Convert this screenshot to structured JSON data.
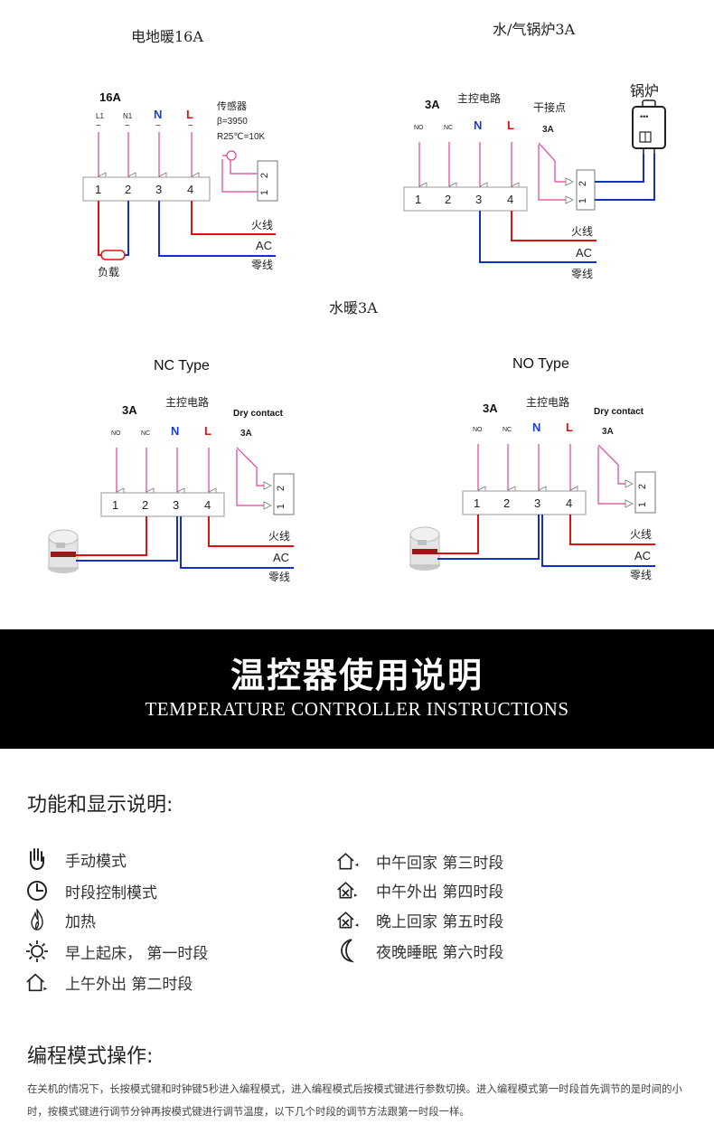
{
  "diagrams": {
    "floor16a": {
      "title": "电地暖16A",
      "rating": "16A",
      "terminals_top": [
        "L1",
        "N1",
        "N",
        "L"
      ],
      "tilde": "~",
      "sensor_label": "传感器",
      "sensor_beta": "β=3950",
      "sensor_r25": "R25℃=10K",
      "sensor_pins": [
        "2",
        "1"
      ],
      "terminal_numbers": [
        "1",
        "2",
        "3",
        "4"
      ],
      "live": "火线",
      "ac": "AC",
      "neutral": "零线",
      "load": "负载"
    },
    "boiler3a": {
      "title": "水/气锅炉3A",
      "rating": "3A",
      "main_circuit": "主控电路",
      "terminals_top": [
        "NO",
        "NC",
        "N",
        "L"
      ],
      "dry_contact": "干接点",
      "dry_rating": "3A",
      "boiler_label": "锅炉",
      "boiler_display": "•••",
      "contact_pins": [
        "2",
        "1"
      ],
      "terminal_numbers": [
        "1",
        "2",
        "3",
        "4"
      ],
      "live": "火线",
      "ac": "AC",
      "neutral": "零线"
    },
    "water3a_title": "水暖3A",
    "nc": {
      "title": "NC Type",
      "rating": "3A",
      "main_circuit": "主控电路",
      "terminals_top": [
        "NO",
        "NC",
        "N",
        "L"
      ],
      "dry_contact": "Dry contact",
      "dry_rating": "3A",
      "contact_pins": [
        "2",
        "1"
      ],
      "terminal_numbers": [
        "1",
        "2",
        "3",
        "4"
      ],
      "live": "火线",
      "ac": "AC",
      "neutral": "零线"
    },
    "no": {
      "title": "NO Type",
      "rating": "3A",
      "main_circuit": "主控电路",
      "terminals_top": [
        "NO",
        "NC",
        "N",
        "L"
      ],
      "dry_contact": "Dry contact",
      "dry_rating": "3A",
      "contact_pins": [
        "2",
        "1"
      ],
      "terminal_numbers": [
        "1",
        "2",
        "3",
        "4"
      ],
      "live": "火线",
      "ac": "AC",
      "neutral": "零线"
    }
  },
  "banner": {
    "title_cn": "温控器使用说明",
    "title_en": "TEMPERATURE CONTROLLER INSTRUCTIONS"
  },
  "functions": {
    "heading": "功能和显示说明:",
    "left": [
      {
        "icon": "hand-icon",
        "label": "手动模式"
      },
      {
        "icon": "clock-icon",
        "label": "时段控制模式"
      },
      {
        "icon": "flame-icon",
        "label": "加热"
      },
      {
        "icon": "sun-icon",
        "label": "早上起床， 第一时段"
      },
      {
        "icon": "house-leave-icon",
        "label": "上午外出 第二时段"
      }
    ],
    "right": [
      {
        "icon": "house-return-icon",
        "label": "中午回家 第三时段"
      },
      {
        "icon": "house-out-cross-icon",
        "label": "中午外出 第四时段"
      },
      {
        "icon": "house-home-cross-icon",
        "label": "晚上回家 第五时段"
      },
      {
        "icon": "moon-icon",
        "label": "夜晚睡眠 第六时段"
      }
    ]
  },
  "programming": {
    "heading": "编程模式操作:",
    "text": "在关机的情况下，长按模式键和时钟键5秒进入编程模式，进入编程模式后按模式键进行参数切换。进入编程模式第一时段首先调节的是时间的小时，按模式键进行调节分钟再按模式键进行调节温度，以下几个时段的调节方法跟第一时段一样。"
  },
  "colors": {
    "live_wire": "#e01010",
    "neutral_wire": "#1030c8",
    "pink_wire": "#e0409a",
    "n_label": "#1a3fd0",
    "l_label": "#e01010"
  }
}
